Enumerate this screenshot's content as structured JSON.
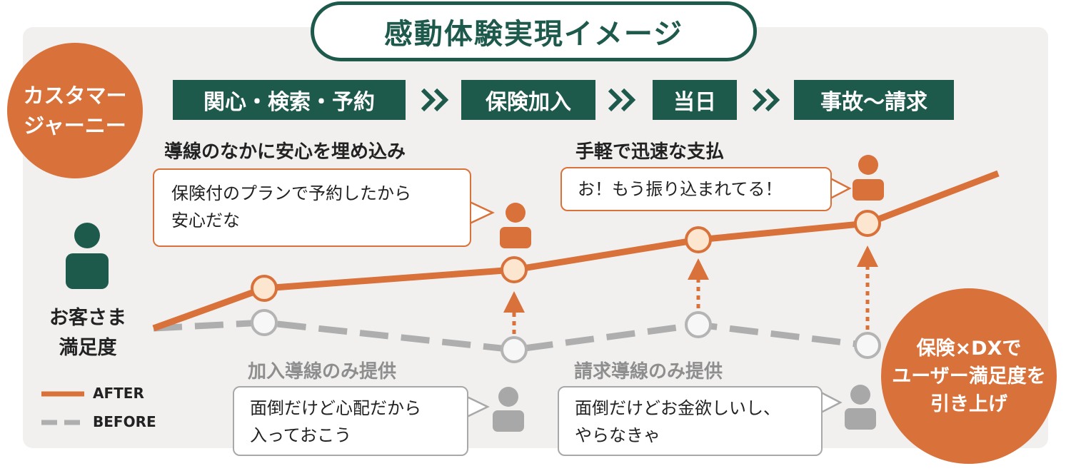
{
  "title": "感動体験実現イメージ",
  "journey_label": [
    "カスタマー",
    "ジャーニー"
  ],
  "stages": [
    {
      "label": "関心・検索・予約"
    },
    {
      "label": "保険加入"
    },
    {
      "label": "当日"
    },
    {
      "label": "事故〜請求"
    }
  ],
  "after_headings": {
    "left": "導線のなかに安心を埋め込み",
    "right": "手軽で迅速な支払"
  },
  "after_bubbles": [
    {
      "lines": [
        "保険付のプランで予約したから",
        "安心だな"
      ]
    },
    {
      "lines": [
        "お！もう振り込まれてる！"
      ]
    }
  ],
  "before_headings": {
    "left": "加入導線のみ提供",
    "right": "請求導線のみ提供"
  },
  "before_bubbles": [
    {
      "lines": [
        "面倒だけど心配だから",
        "入っておこう"
      ]
    },
    {
      "lines": [
        "面倒だけどお金欲しいし、",
        "やらなきゃ"
      ]
    }
  ],
  "customer_label": [
    "お客さま",
    "満足度"
  ],
  "legend": {
    "after": "AFTER",
    "before": "BEFORE"
  },
  "summary": [
    "保険×DXで",
    "ユーザー満足度を",
    "引き上げ"
  ],
  "colors": {
    "accent": "#d9713a",
    "green": "#1e5a4c",
    "grey": "#a8a8a8",
    "marker_fill": "#fde6cf"
  },
  "icons": [
    "person-icon",
    "chevron-double-right-icon",
    "arrow-up-icon"
  ]
}
